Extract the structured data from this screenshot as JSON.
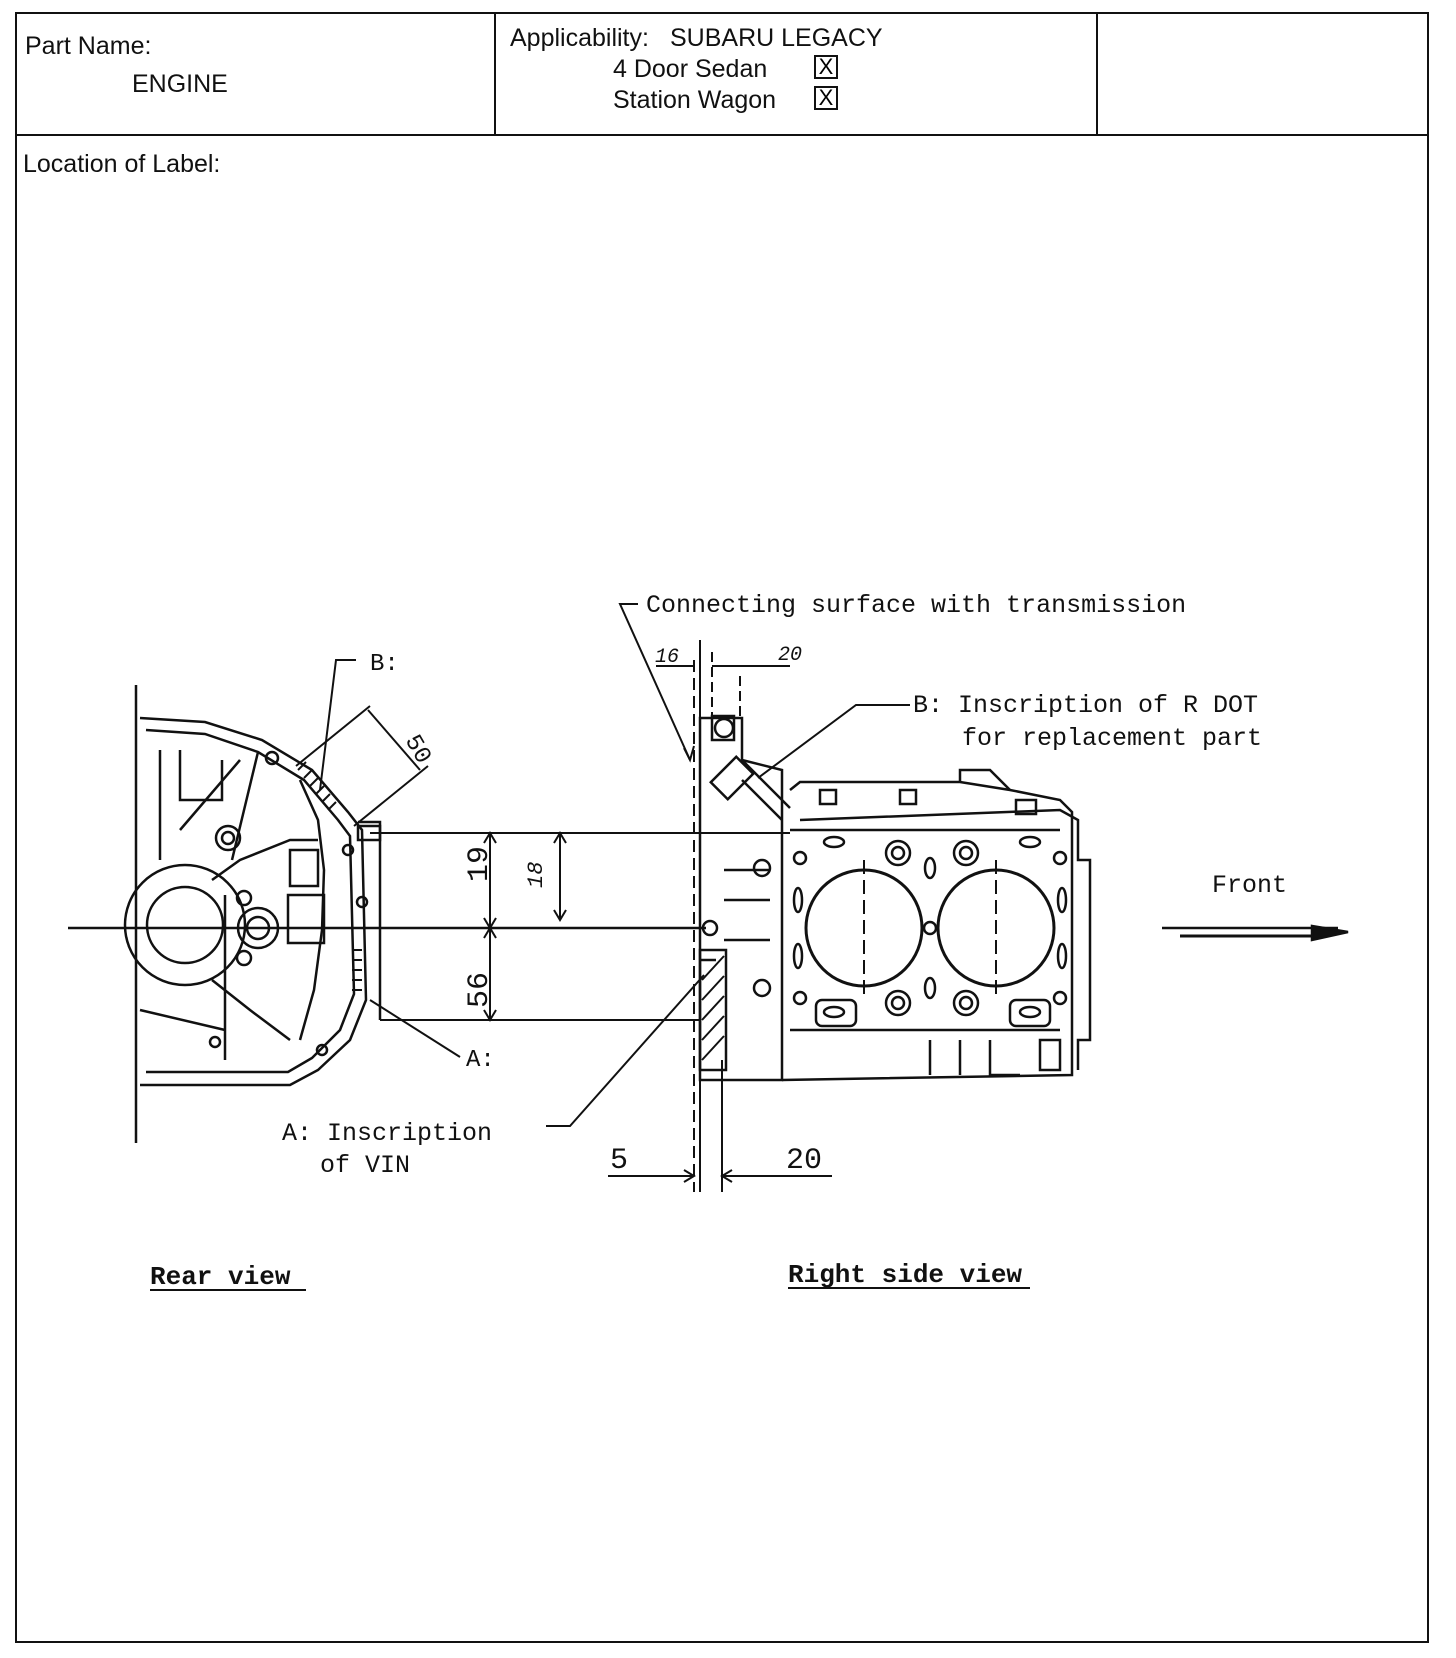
{
  "header": {
    "part_name_label": "Part Name:",
    "part_name_value": "ENGINE",
    "applicability_label": "Applicability:",
    "applicability_value": "SUBARU LEGACY",
    "options": [
      {
        "label": "4 Door Sedan",
        "mark": "X"
      },
      {
        "label": "Station Wagon",
        "mark": "X"
      }
    ]
  },
  "location_label": "Location of Label:",
  "diagram": {
    "callout_connecting": "Connecting surface with transmission",
    "callout_b_short": "B:",
    "callout_b_line1": "B: Inscription of   R DOT",
    "callout_b_line2": "for replacement part",
    "callout_a_short": "A:",
    "callout_a_line1": "A: Inscription",
    "callout_a_line2": "of VIN",
    "dim_50": "50",
    "dim_19": "19",
    "dim_18": "18",
    "dim_56": "56",
    "dim_16": "16",
    "dim_20_top": "20",
    "dim_5": "5",
    "dim_20_bottom": "20",
    "front_label": "Front",
    "rear_view_caption": "Rear view",
    "right_view_caption": "Right side view"
  }
}
